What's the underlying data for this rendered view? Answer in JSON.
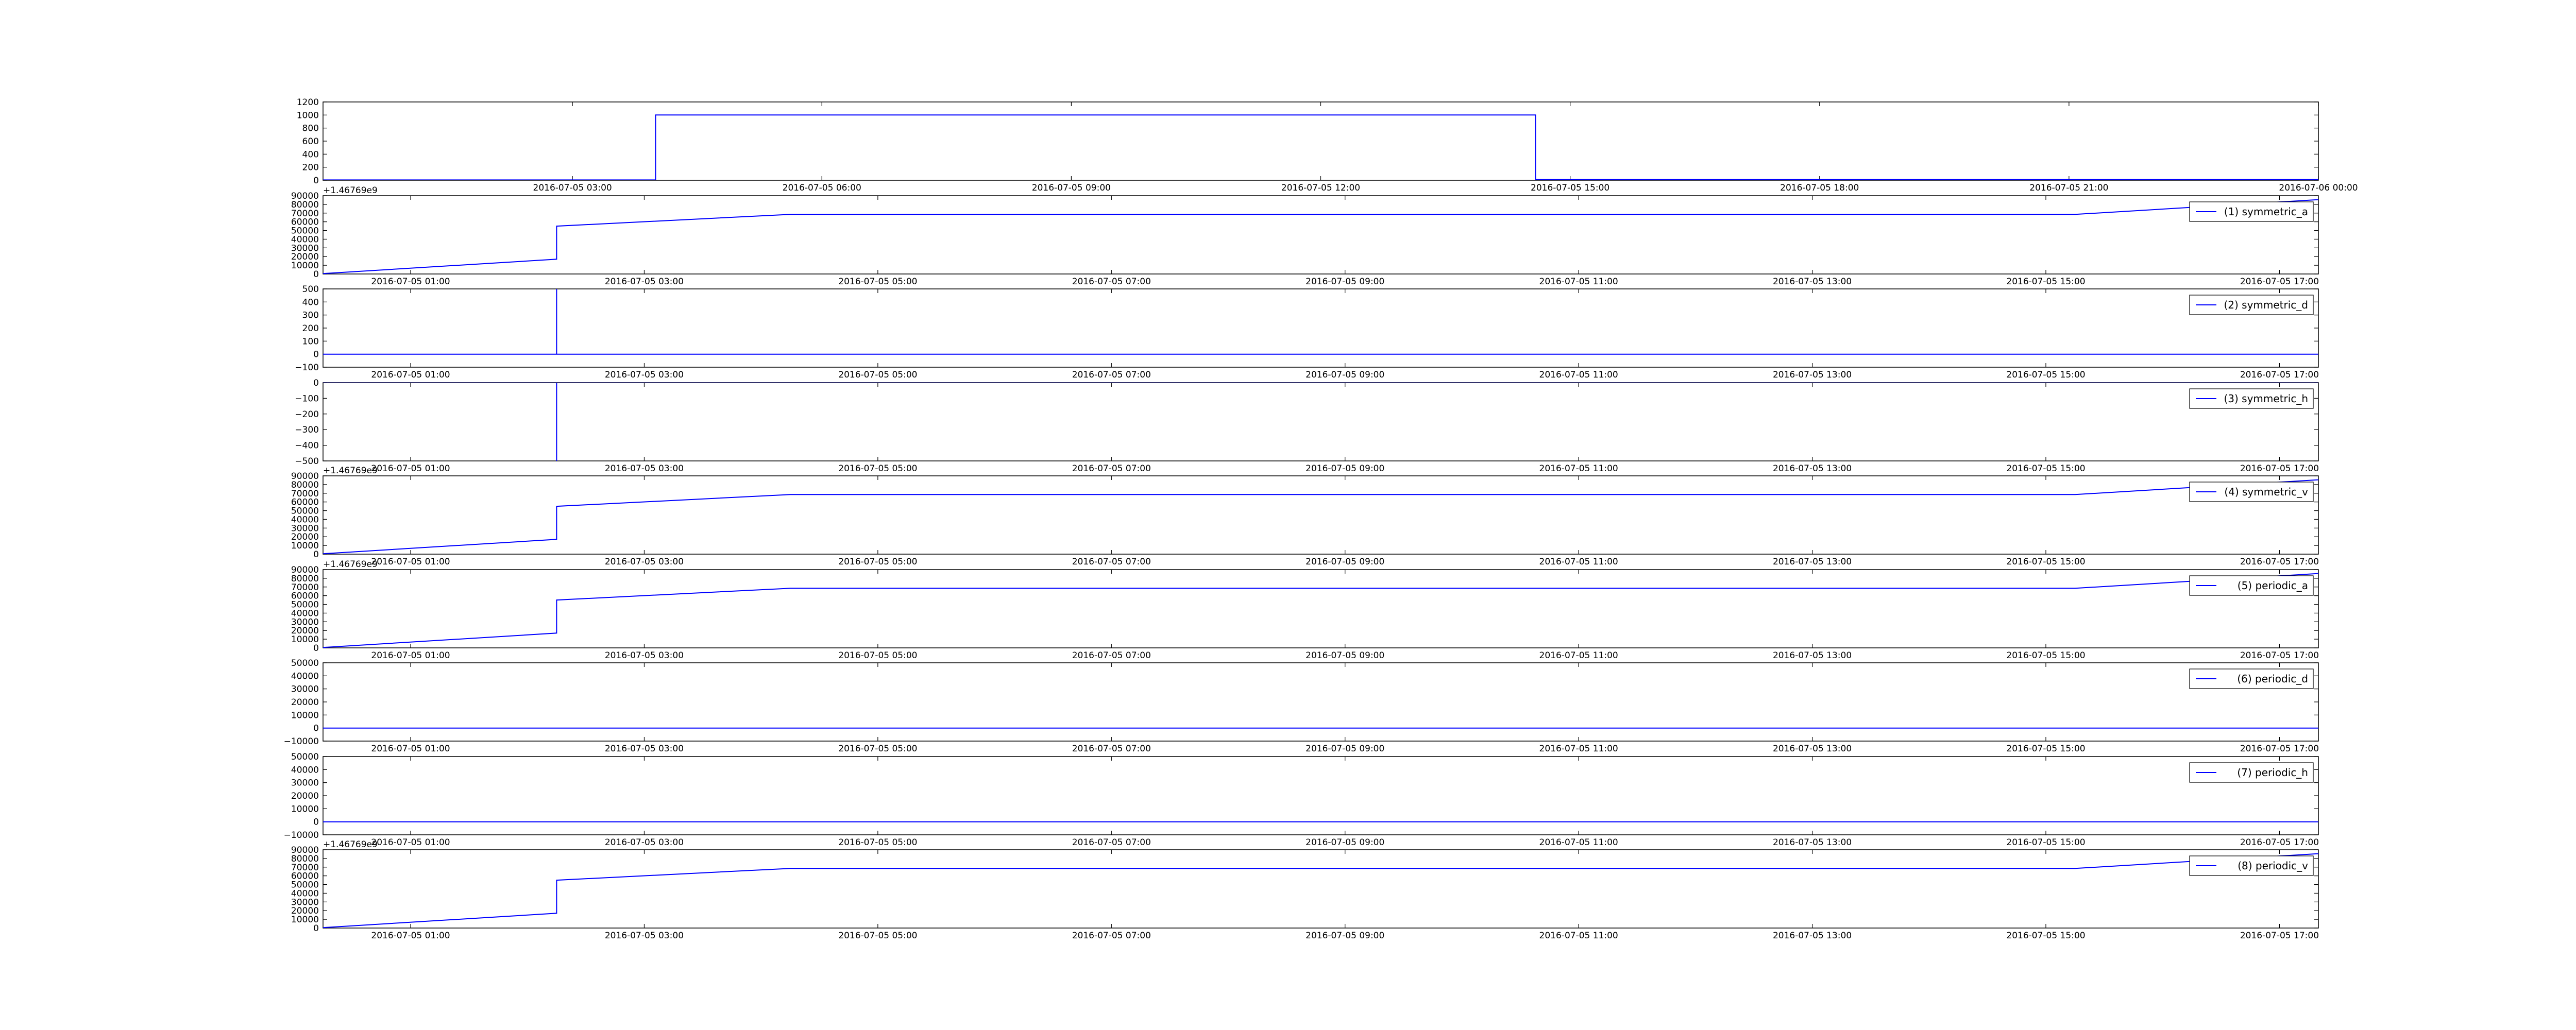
{
  "figure": {
    "line_color": "#0000ff",
    "axes_color": "#000000",
    "background": "#ffffff"
  },
  "chart_data": [
    {
      "type": "line",
      "panel": 1,
      "legend": "",
      "xlim": [
        "2016-07-05 00:00",
        "2016-07-06 00:00"
      ],
      "xticks": [
        {
          "t": "2016-07-05 03:00",
          "label": "2016-07-05 03:00"
        },
        {
          "t": "2016-07-05 06:00",
          "label": "2016-07-05 06:00"
        },
        {
          "t": "2016-07-05 09:00",
          "label": "2016-07-05 09:00"
        },
        {
          "t": "2016-07-05 12:00",
          "label": "2016-07-05 12:00"
        },
        {
          "t": "2016-07-05 15:00",
          "label": "2016-07-05 15:00"
        },
        {
          "t": "2016-07-05 18:00",
          "label": "2016-07-05 18:00"
        },
        {
          "t": "2016-07-05 21:00",
          "label": "2016-07-05 21:00"
        },
        {
          "t": "2016-07-06 00:00",
          "label": "2016-07-06 00:00"
        }
      ],
      "ylim": [
        0,
        1200
      ],
      "yticks": [
        0,
        200,
        400,
        600,
        800,
        1000,
        1200
      ],
      "ytick_labels": [
        "0",
        "200",
        "400",
        "600",
        "800",
        "1000",
        "1200"
      ],
      "points": [
        {
          "t": "2016-07-05 00:00",
          "y": 5
        },
        {
          "t": "2016-07-05 04:00",
          "y": 5
        },
        {
          "t": "2016-07-05 04:00",
          "y": 1000
        },
        {
          "t": "2016-07-05 14:35",
          "y": 1000
        },
        {
          "t": "2016-07-05 14:35",
          "y": 10
        },
        {
          "t": "2016-07-06 00:00",
          "y": 10
        }
      ]
    },
    {
      "type": "line",
      "panel": 2,
      "legend": "(1) symmetric_a",
      "y_offset_text": "+1.46769e9",
      "xlim": [
        "2016-07-05 00:15",
        "2016-07-05 17:20"
      ],
      "xticks": [
        {
          "t": "2016-07-05 01:00",
          "label": "2016-07-05 01:00"
        },
        {
          "t": "2016-07-05 03:00",
          "label": "2016-07-05 03:00"
        },
        {
          "t": "2016-07-05 05:00",
          "label": "2016-07-05 05:00"
        },
        {
          "t": "2016-07-05 07:00",
          "label": "2016-07-05 07:00"
        },
        {
          "t": "2016-07-05 09:00",
          "label": "2016-07-05 09:00"
        },
        {
          "t": "2016-07-05 11:00",
          "label": "2016-07-05 11:00"
        },
        {
          "t": "2016-07-05 13:00",
          "label": "2016-07-05 13:00"
        },
        {
          "t": "2016-07-05 15:00",
          "label": "2016-07-05 15:00"
        },
        {
          "t": "2016-07-05 17:00",
          "label": "2016-07-05 17:00"
        }
      ],
      "ylim": [
        0,
        90000
      ],
      "yticks": [
        0,
        10000,
        20000,
        30000,
        40000,
        50000,
        60000,
        70000,
        80000,
        90000
      ],
      "ytick_labels": [
        "0",
        "10000",
        "20000",
        "30000",
        "40000",
        "50000",
        "60000",
        "70000",
        "80000",
        "90000"
      ],
      "points": [
        {
          "t": "2016-07-05 00:15",
          "y": 500
        },
        {
          "t": "2016-07-05 02:15",
          "y": 17000
        },
        {
          "t": "2016-07-05 02:15",
          "y": 55000
        },
        {
          "t": "2016-07-05 04:15",
          "y": 68500
        },
        {
          "t": "2016-07-05 14:15",
          "y": 68500
        },
        {
          "t": "2016-07-05 15:15",
          "y": 68500
        },
        {
          "t": "2016-07-05 17:20",
          "y": 85500
        }
      ]
    },
    {
      "type": "line",
      "panel": 3,
      "legend": "(2) symmetric_d",
      "xlim": [
        "2016-07-05 00:15",
        "2016-07-05 17:20"
      ],
      "xticks": [
        {
          "t": "2016-07-05 01:00",
          "label": "2016-07-05 01:00"
        },
        {
          "t": "2016-07-05 03:00",
          "label": "2016-07-05 03:00"
        },
        {
          "t": "2016-07-05 05:00",
          "label": "2016-07-05 05:00"
        },
        {
          "t": "2016-07-05 07:00",
          "label": "2016-07-05 07:00"
        },
        {
          "t": "2016-07-05 09:00",
          "label": "2016-07-05 09:00"
        },
        {
          "t": "2016-07-05 11:00",
          "label": "2016-07-05 11:00"
        },
        {
          "t": "2016-07-05 13:00",
          "label": "2016-07-05 13:00"
        },
        {
          "t": "2016-07-05 15:00",
          "label": "2016-07-05 15:00"
        },
        {
          "t": "2016-07-05 17:00",
          "label": "2016-07-05 17:00"
        }
      ],
      "ylim": [
        -100,
        500
      ],
      "yticks": [
        -100,
        0,
        100,
        200,
        300,
        400,
        500
      ],
      "ytick_labels": [
        "−100",
        "0",
        "100",
        "200",
        "300",
        "400",
        "500"
      ],
      "points": [
        {
          "t": "2016-07-05 00:15",
          "y": 0
        },
        {
          "t": "2016-07-05 02:15",
          "y": 0
        },
        {
          "t": "2016-07-05 02:15",
          "y": 500
        },
        {
          "t": "2016-07-05 02:15",
          "y": 0
        },
        {
          "t": "2016-07-05 17:20",
          "y": 0
        }
      ]
    },
    {
      "type": "line",
      "panel": 4,
      "legend": "(3) symmetric_h",
      "xlim": [
        "2016-07-05 00:15",
        "2016-07-05 17:20"
      ],
      "xticks": [
        {
          "t": "2016-07-05 01:00",
          "label": "2016-07-05 01:00"
        },
        {
          "t": "2016-07-05 03:00",
          "label": "2016-07-05 03:00"
        },
        {
          "t": "2016-07-05 05:00",
          "label": "2016-07-05 05:00"
        },
        {
          "t": "2016-07-05 07:00",
          "label": "2016-07-05 07:00"
        },
        {
          "t": "2016-07-05 09:00",
          "label": "2016-07-05 09:00"
        },
        {
          "t": "2016-07-05 11:00",
          "label": "2016-07-05 11:00"
        },
        {
          "t": "2016-07-05 13:00",
          "label": "2016-07-05 13:00"
        },
        {
          "t": "2016-07-05 15:00",
          "label": "2016-07-05 15:00"
        },
        {
          "t": "2016-07-05 17:00",
          "label": "2016-07-05 17:00"
        }
      ],
      "ylim": [
        -500,
        0
      ],
      "yticks": [
        -500,
        -400,
        -300,
        -200,
        -100,
        0
      ],
      "ytick_labels": [
        "−500",
        "−400",
        "−300",
        "−200",
        "−100",
        "0"
      ],
      "points": [
        {
          "t": "2016-07-05 00:15",
          "y": 0
        },
        {
          "t": "2016-07-05 02:15",
          "y": 0
        },
        {
          "t": "2016-07-05 02:15",
          "y": -500
        },
        {
          "t": "2016-07-05 02:15",
          "y": 0
        },
        {
          "t": "2016-07-05 17:20",
          "y": 0
        }
      ]
    },
    {
      "type": "line",
      "panel": 5,
      "legend": "(4) symmetric_v",
      "y_offset_text": "+1.46769e9",
      "xlim": [
        "2016-07-05 00:15",
        "2016-07-05 17:20"
      ],
      "xticks": [
        {
          "t": "2016-07-05 01:00",
          "label": "2016-07-05 01:00"
        },
        {
          "t": "2016-07-05 03:00",
          "label": "2016-07-05 03:00"
        },
        {
          "t": "2016-07-05 05:00",
          "label": "2016-07-05 05:00"
        },
        {
          "t": "2016-07-05 07:00",
          "label": "2016-07-05 07:00"
        },
        {
          "t": "2016-07-05 09:00",
          "label": "2016-07-05 09:00"
        },
        {
          "t": "2016-07-05 11:00",
          "label": "2016-07-05 11:00"
        },
        {
          "t": "2016-07-05 13:00",
          "label": "2016-07-05 13:00"
        },
        {
          "t": "2016-07-05 15:00",
          "label": "2016-07-05 15:00"
        },
        {
          "t": "2016-07-05 17:00",
          "label": "2016-07-05 17:00"
        }
      ],
      "ylim": [
        0,
        90000
      ],
      "yticks": [
        0,
        10000,
        20000,
        30000,
        40000,
        50000,
        60000,
        70000,
        80000,
        90000
      ],
      "ytick_labels": [
        "0",
        "10000",
        "20000",
        "30000",
        "40000",
        "50000",
        "60000",
        "70000",
        "80000",
        "90000"
      ],
      "points": [
        {
          "t": "2016-07-05 00:15",
          "y": 500
        },
        {
          "t": "2016-07-05 02:15",
          "y": 17000
        },
        {
          "t": "2016-07-05 02:15",
          "y": 55000
        },
        {
          "t": "2016-07-05 04:15",
          "y": 68500
        },
        {
          "t": "2016-07-05 15:15",
          "y": 68500
        },
        {
          "t": "2016-07-05 17:20",
          "y": 85500
        }
      ]
    },
    {
      "type": "line",
      "panel": 6,
      "legend": "(5) periodic_a",
      "y_offset_text": "+1.46769e9",
      "xlim": [
        "2016-07-05 00:15",
        "2016-07-05 17:20"
      ],
      "xticks": [
        {
          "t": "2016-07-05 01:00",
          "label": "2016-07-05 01:00"
        },
        {
          "t": "2016-07-05 03:00",
          "label": "2016-07-05 03:00"
        },
        {
          "t": "2016-07-05 05:00",
          "label": "2016-07-05 05:00"
        },
        {
          "t": "2016-07-05 07:00",
          "label": "2016-07-05 07:00"
        },
        {
          "t": "2016-07-05 09:00",
          "label": "2016-07-05 09:00"
        },
        {
          "t": "2016-07-05 11:00",
          "label": "2016-07-05 11:00"
        },
        {
          "t": "2016-07-05 13:00",
          "label": "2016-07-05 13:00"
        },
        {
          "t": "2016-07-05 15:00",
          "label": "2016-07-05 15:00"
        },
        {
          "t": "2016-07-05 17:00",
          "label": "2016-07-05 17:00"
        }
      ],
      "ylim": [
        0,
        90000
      ],
      "yticks": [
        0,
        10000,
        20000,
        30000,
        40000,
        50000,
        60000,
        70000,
        80000,
        90000
      ],
      "ytick_labels": [
        "0",
        "10000",
        "20000",
        "30000",
        "40000",
        "50000",
        "60000",
        "70000",
        "80000",
        "90000"
      ],
      "points": [
        {
          "t": "2016-07-05 00:15",
          "y": 500
        },
        {
          "t": "2016-07-05 02:15",
          "y": 17000
        },
        {
          "t": "2016-07-05 02:15",
          "y": 55000
        },
        {
          "t": "2016-07-05 04:15",
          "y": 68500
        },
        {
          "t": "2016-07-05 15:15",
          "y": 68500
        },
        {
          "t": "2016-07-05 17:20",
          "y": 85500
        }
      ]
    },
    {
      "type": "line",
      "panel": 7,
      "legend": "(6) periodic_d",
      "xlim": [
        "2016-07-05 00:15",
        "2016-07-05 17:20"
      ],
      "xticks": [
        {
          "t": "2016-07-05 01:00",
          "label": "2016-07-05 01:00"
        },
        {
          "t": "2016-07-05 03:00",
          "label": "2016-07-05 03:00"
        },
        {
          "t": "2016-07-05 05:00",
          "label": "2016-07-05 05:00"
        },
        {
          "t": "2016-07-05 07:00",
          "label": "2016-07-05 07:00"
        },
        {
          "t": "2016-07-05 09:00",
          "label": "2016-07-05 09:00"
        },
        {
          "t": "2016-07-05 11:00",
          "label": "2016-07-05 11:00"
        },
        {
          "t": "2016-07-05 13:00",
          "label": "2016-07-05 13:00"
        },
        {
          "t": "2016-07-05 15:00",
          "label": "2016-07-05 15:00"
        },
        {
          "t": "2016-07-05 17:00",
          "label": "2016-07-05 17:00"
        }
      ],
      "ylim": [
        -10000,
        50000
      ],
      "yticks": [
        -10000,
        0,
        10000,
        20000,
        30000,
        40000,
        50000
      ],
      "ytick_labels": [
        "−10000",
        "0",
        "10000",
        "20000",
        "30000",
        "40000",
        "50000"
      ],
      "points": [
        {
          "t": "2016-07-05 00:15",
          "y": 0
        },
        {
          "t": "2016-07-05 17:20",
          "y": 0
        }
      ]
    },
    {
      "type": "line",
      "panel": 8,
      "legend": "(7) periodic_h",
      "xlim": [
        "2016-07-05 00:15",
        "2016-07-05 17:20"
      ],
      "xticks": [
        {
          "t": "2016-07-05 01:00",
          "label": "2016-07-05 01:00"
        },
        {
          "t": "2016-07-05 03:00",
          "label": "2016-07-05 03:00"
        },
        {
          "t": "2016-07-05 05:00",
          "label": "2016-07-05 05:00"
        },
        {
          "t": "2016-07-05 07:00",
          "label": "2016-07-05 07:00"
        },
        {
          "t": "2016-07-05 09:00",
          "label": "2016-07-05 09:00"
        },
        {
          "t": "2016-07-05 11:00",
          "label": "2016-07-05 11:00"
        },
        {
          "t": "2016-07-05 13:00",
          "label": "2016-07-05 13:00"
        },
        {
          "t": "2016-07-05 15:00",
          "label": "2016-07-05 15:00"
        },
        {
          "t": "2016-07-05 17:00",
          "label": "2016-07-05 17:00"
        }
      ],
      "ylim": [
        -10000,
        50000
      ],
      "yticks": [
        -10000,
        0,
        10000,
        20000,
        30000,
        40000,
        50000
      ],
      "ytick_labels": [
        "−10000",
        "0",
        "10000",
        "20000",
        "30000",
        "40000",
        "50000"
      ],
      "points": [
        {
          "t": "2016-07-05 00:15",
          "y": 0
        },
        {
          "t": "2016-07-05 17:20",
          "y": 0
        }
      ]
    },
    {
      "type": "line",
      "panel": 9,
      "legend": "(8) periodic_v",
      "y_offset_text": "+1.46769e9",
      "xlim": [
        "2016-07-05 00:15",
        "2016-07-05 17:20"
      ],
      "xticks": [
        {
          "t": "2016-07-05 01:00",
          "label": "2016-07-05 01:00"
        },
        {
          "t": "2016-07-05 03:00",
          "label": "2016-07-05 03:00"
        },
        {
          "t": "2016-07-05 05:00",
          "label": "2016-07-05 05:00"
        },
        {
          "t": "2016-07-05 07:00",
          "label": "2016-07-05 07:00"
        },
        {
          "t": "2016-07-05 09:00",
          "label": "2016-07-05 09:00"
        },
        {
          "t": "2016-07-05 11:00",
          "label": "2016-07-05 11:00"
        },
        {
          "t": "2016-07-05 13:00",
          "label": "2016-07-05 13:00"
        },
        {
          "t": "2016-07-05 15:00",
          "label": "2016-07-05 15:00"
        },
        {
          "t": "2016-07-05 17:00",
          "label": "2016-07-05 17:00"
        }
      ],
      "ylim": [
        0,
        90000
      ],
      "yticks": [
        0,
        10000,
        20000,
        30000,
        40000,
        50000,
        60000,
        70000,
        80000,
        90000
      ],
      "ytick_labels": [
        "0",
        "10000",
        "20000",
        "30000",
        "40000",
        "50000",
        "60000",
        "70000",
        "80000",
        "90000"
      ],
      "points": [
        {
          "t": "2016-07-05 00:15",
          "y": 500
        },
        {
          "t": "2016-07-05 02:15",
          "y": 17000
        },
        {
          "t": "2016-07-05 02:15",
          "y": 55000
        },
        {
          "t": "2016-07-05 04:15",
          "y": 68500
        },
        {
          "t": "2016-07-05 15:15",
          "y": 68500
        },
        {
          "t": "2016-07-05 17:20",
          "y": 85500
        }
      ]
    }
  ]
}
